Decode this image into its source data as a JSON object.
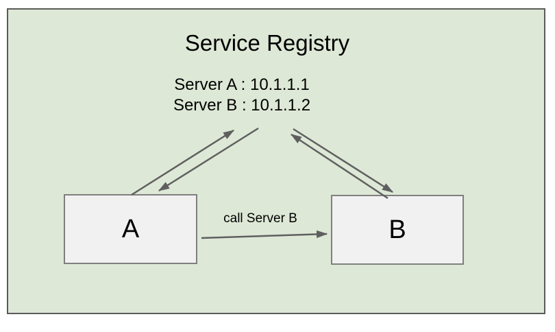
{
  "diagram": {
    "title": "Service Registry",
    "registry": {
      "entries": [
        "Server A : 10.1.1.1",
        "Server B : 10.1.1.2"
      ]
    },
    "nodes": [
      {
        "id": "A",
        "label": "A"
      },
      {
        "id": "B",
        "label": "B"
      }
    ],
    "edges": [
      {
        "name": "a-to-registry",
        "from": "A",
        "to": "registry",
        "label": ""
      },
      {
        "name": "registry-to-a",
        "from": "registry",
        "to": "A",
        "label": ""
      },
      {
        "name": "b-to-registry",
        "from": "B",
        "to": "registry",
        "label": ""
      },
      {
        "name": "registry-to-b",
        "from": "registry",
        "to": "B",
        "label": ""
      },
      {
        "name": "a-to-b",
        "from": "A",
        "to": "B",
        "label": "call Server B"
      }
    ]
  },
  "colors": {
    "canvas-background": "#dde8d6",
    "canvas-border": "#5a5a5a",
    "node-fill": "#f1f1f1",
    "node-border": "#7f7f7f",
    "arrow-color": "#5f5f5f",
    "text-color": "#000000"
  }
}
